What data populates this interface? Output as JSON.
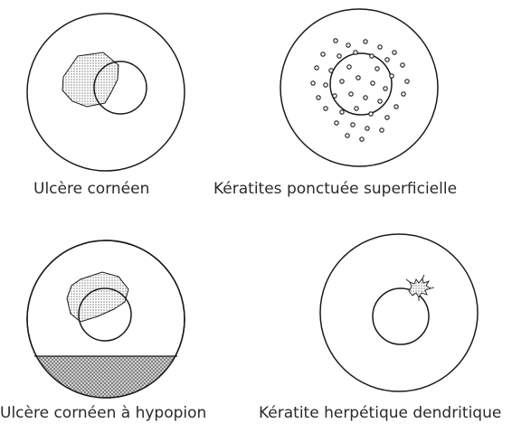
{
  "figures": [
    {
      "caption": "Ulcère cornéen"
    },
    {
      "caption": "Kératites ponctuée superficielle"
    },
    {
      "caption": "Ulcère cornéen à hypopion"
    },
    {
      "caption": "Kératite herpétique dendritique"
    }
  ],
  "colors": {
    "stroke": "#1a1a1a",
    "background": "#ffffff",
    "stipple": "#7a7a7a"
  }
}
